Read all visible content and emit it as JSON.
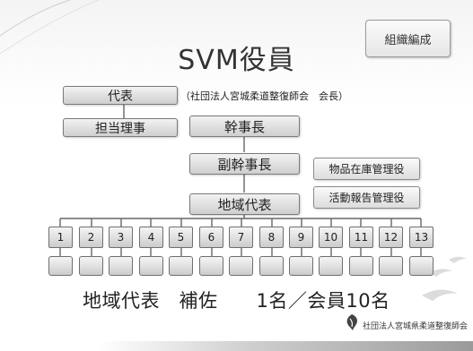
{
  "slide": {
    "tag": "組織編成",
    "title": "SVM役員",
    "note": "（社団法人宮城柔道整復師会　会長）",
    "org": {
      "representative": "代表",
      "director": "担当理事",
      "secretary_general": "幹事長",
      "vice_secretary": "副幹事長",
      "regional_rep": "地域代表",
      "inventory_manager": "物品在庫管理役",
      "activity_manager": "活動報告管理役"
    },
    "regions": [
      "1",
      "2",
      "3",
      "4",
      "5",
      "6",
      "7",
      "8",
      "9",
      "10",
      "11",
      "12",
      "13"
    ],
    "caption": "地域代表　補佐　　1名／会員10名",
    "footer_org": "社団法人宮城県柔道整復師会"
  }
}
